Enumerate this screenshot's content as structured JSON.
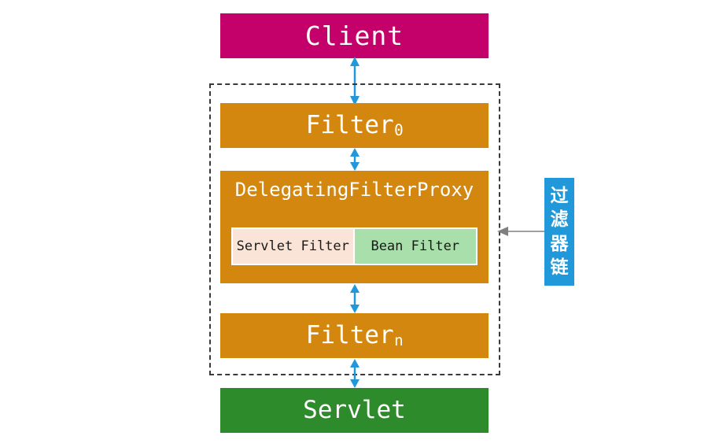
{
  "diagram": {
    "title_nodes": {
      "client": "Client",
      "filter_first": "Filter",
      "filter_first_sub": "0",
      "delegating_filter_proxy": "DelegatingFilterProxy",
      "servlet_filter": "Servlet Filter",
      "bean_filter": "Bean Filter",
      "filter_last": "Filter",
      "filter_last_sub": "n",
      "servlet": "Servlet"
    },
    "annotation": {
      "filter_chain_label_chars": [
        "过",
        "滤",
        "器",
        "链"
      ],
      "filter_chain_label_text": "过滤器链"
    },
    "colors": {
      "client_bg": "#c4006a",
      "filter_bg": "#d4870e",
      "servlet_bg": "#2e8b2b",
      "annotation_bg": "#2198d9",
      "servlet_filter_bg": "#fae4d7",
      "bean_filter_bg": "#a9dfaa",
      "arrow_blue": "#2198d9",
      "arrow_gray": "#808080",
      "dashed_border": "#3a3a3a",
      "page_bg": "#ffffff"
    },
    "connectors": [
      {
        "name": "client-to-filter0",
        "kind": "double-arrow",
        "color": "#2198d9"
      },
      {
        "name": "filter0-to-delegating-filter-proxy",
        "kind": "double-arrow",
        "color": "#2198d9"
      },
      {
        "name": "delegating-filter-proxy-to-filtern",
        "kind": "double-arrow",
        "color": "#2198d9"
      },
      {
        "name": "filtern-to-servlet",
        "kind": "double-arrow",
        "color": "#2198d9"
      },
      {
        "name": "annotation-to-filter-chain",
        "kind": "single-arrow-left",
        "color": "#808080"
      }
    ]
  }
}
